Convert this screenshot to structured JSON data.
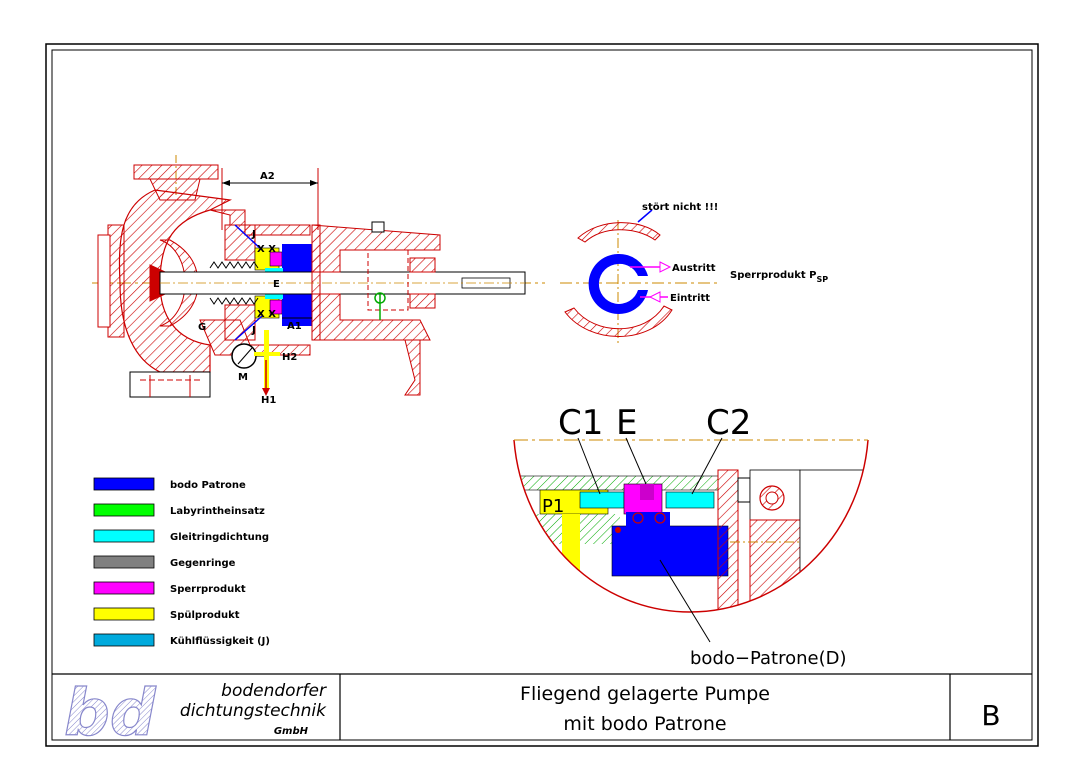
{
  "labels": {
    "a2": "A2",
    "a1": "A1",
    "j_top": "J",
    "j_bottom": "J",
    "x_top": "X X",
    "x_bottom": "X X",
    "e": "E",
    "g": "G",
    "m": "M",
    "h1": "H1",
    "h2": "H2",
    "stoert": "stört nicht !!!",
    "austritt": "Austritt",
    "eintritt": "Eintritt",
    "sperrprodukt_main": "Sperrprodukt P",
    "sperrprodukt_sub": "SP",
    "c1": "C1",
    "e_detail": "E",
    "c2": "C2",
    "p1": "P1",
    "bodo_patrone_d": "bodo−Patrone(D)"
  },
  "legend": [
    {
      "label": "bodo Patrone",
      "color": "#0000ff"
    },
    {
      "label": "Labyrintheinsatz",
      "color": "#00ff00"
    },
    {
      "label": "Gleitringdichtung",
      "color": "#00ffff"
    },
    {
      "label": "Gegenringe",
      "color": "#808080"
    },
    {
      "label": "Sperrprodukt",
      "color": "#ff00ff"
    },
    {
      "label": "Spülprodukt",
      "color": "#ffff00"
    },
    {
      "label": "Kühlflüssigkeit (J)",
      "color": "#00aadd"
    }
  ],
  "title_block": {
    "company_line1": "bodendorfer",
    "company_line2": "dichtungstechnik",
    "company_line3": "GmbH",
    "title_line1": "Fliegend  gelagerte  Pumpe",
    "title_line2": "mit  bodo  Patrone",
    "sheet": "B",
    "logo_letters": "bd"
  },
  "colors": {
    "hatch": "#cc0000",
    "centerline": "#cc8800",
    "patrone": "#0000ff",
    "sperr": "#ff00ff",
    "spuel": "#ffff00",
    "gleitring": "#00ffff",
    "labyrinth": "#00ff00",
    "kuehl": "#00aadd",
    "logo": "#8888cc"
  }
}
